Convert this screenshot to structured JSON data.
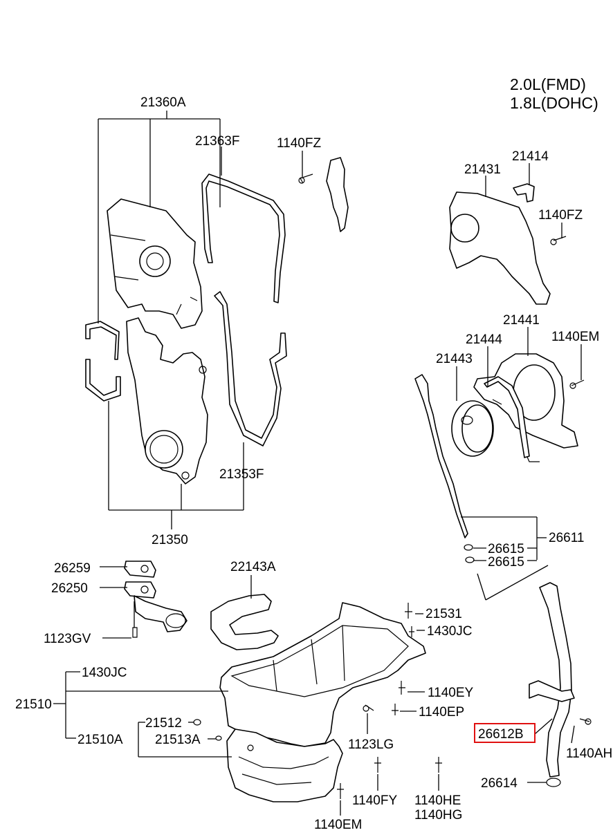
{
  "engine": [
    "2.0L(FMD)",
    "1.8L(DOHC)"
  ],
  "labels": {
    "p21360A": "21360A",
    "p21363F": "21363F",
    "p1140FZ_a": "1140FZ",
    "p21414": "21414",
    "p21431": "21431",
    "p1140FZ_b": "1140FZ",
    "p21441": "21441",
    "p21444": "21444",
    "p1140EM_a": "1140EM",
    "p21443": "21443",
    "p21353F": "21353F",
    "p21350": "21350",
    "p26611": "26611",
    "p26615_a": "26615",
    "p26615_b": "26615",
    "p26259": "26259",
    "p26250": "26250",
    "p22143A": "22143A",
    "p21531": "21531",
    "p1430JC_a": "1430JC",
    "p1123GV": "1123GV",
    "p1430JC_b": "1430JC",
    "p1140EY": "1140EY",
    "p21510": "21510",
    "p1140EP": "1140EP",
    "p21512": "21512",
    "p21510A": "21510A",
    "p21513A": "21513A",
    "p1123LG": "1123LG",
    "p26612B": "26612B",
    "p1140AH": "1140AH",
    "p26614": "26614",
    "p1140FY": "1140FY",
    "p1140HE": "1140HE",
    "p1140HG": "1140HG",
    "p1140EM_b": "1140EM"
  },
  "highlight": {
    "part": "26612B",
    "color": "#e01010"
  }
}
